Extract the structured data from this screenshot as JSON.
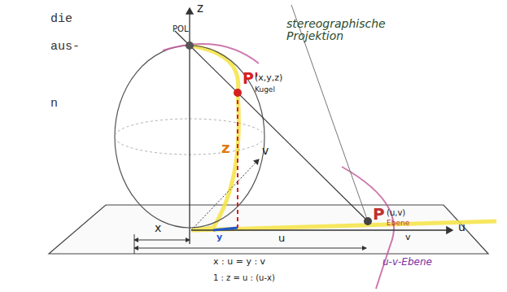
{
  "diagram": {
    "labels": [
      "die",
      "aus-",
      "n",
      "z",
      "POL",
      "P'",
      "(x,y,z)",
      "Kugel",
      "stereographische Projektion",
      "z",
      "v",
      "y",
      "x",
      "u",
      "P",
      "(u,v)",
      "Ebene",
      "v",
      "u",
      "x : u = y : v",
      "1 : z = u : (u-x)",
      "u-v-Ebene"
    ]
  }
}
